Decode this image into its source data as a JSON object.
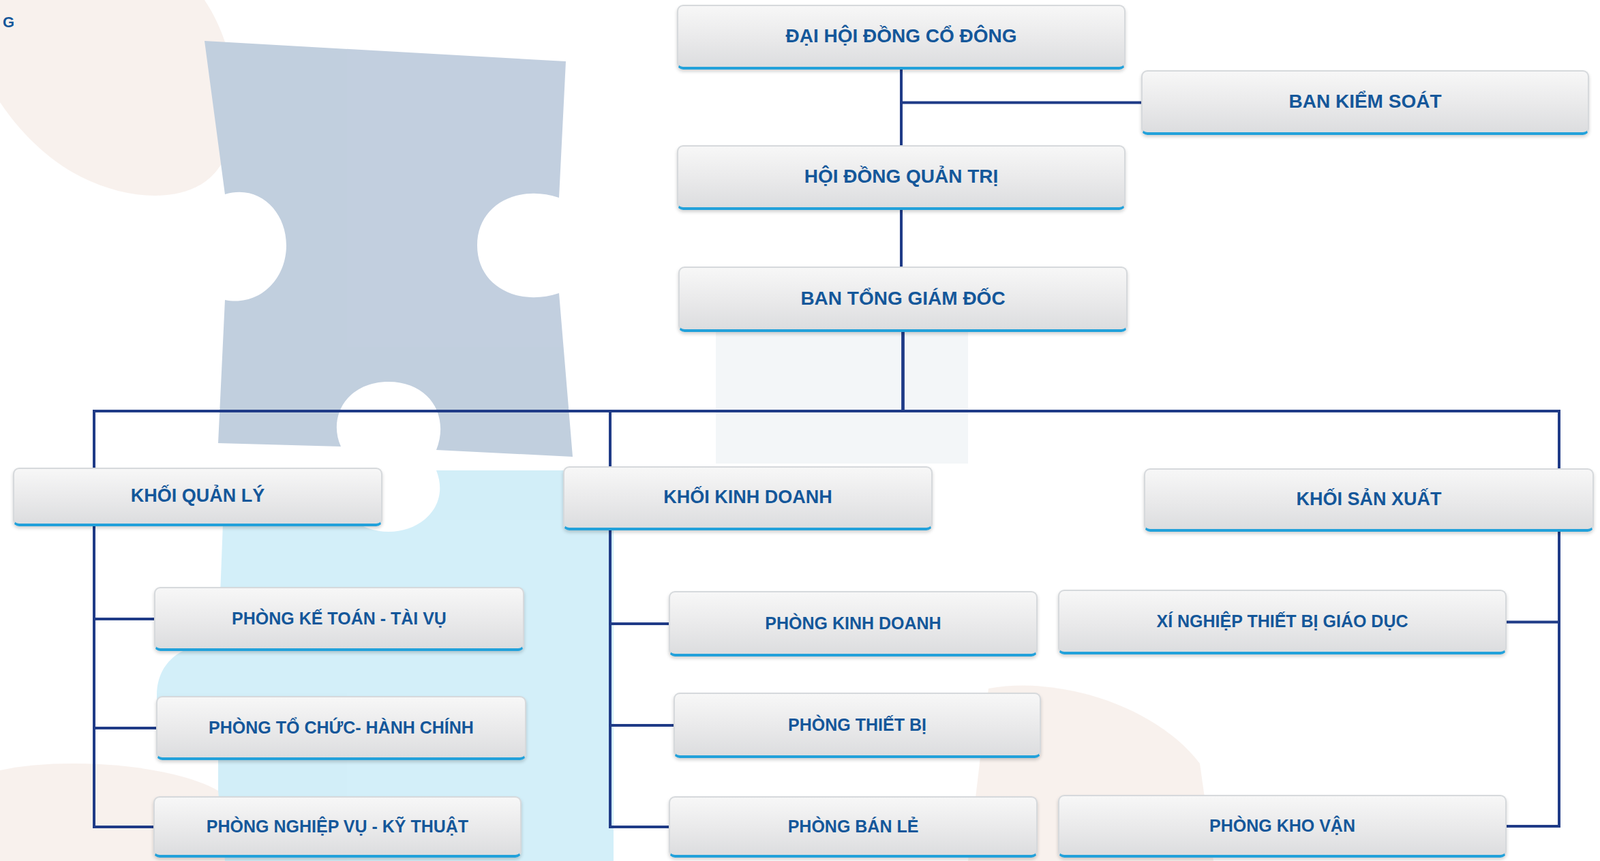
{
  "diagram": {
    "nodes": [
      {
        "text": [
          "ĐẠI HỘI ĐỒNG CỔ ĐÔNG"
        ]
      },
      {
        "text": [
          "BAN KIỂM SOÁT"
        ]
      },
      {
        "text": [
          "HỘI ĐỒNG QUẢN TRỊ"
        ]
      },
      {
        "text": [
          "BAN TỔNG GIÁM ĐỐC"
        ]
      },
      {
        "text": [
          "KHỐI QUẢN LÝ"
        ]
      },
      {
        "text": [
          "KHỐI KINH DOANH"
        ]
      },
      {
        "text": [
          "KHỐI SẢN XUẤT"
        ]
      },
      {
        "text": [
          "PHÒNG KẾ TOÁN - TÀI VỤ"
        ]
      },
      {
        "text": [
          "PHÒNG KINH DOANH"
        ]
      },
      {
        "text": [
          "XÍ NGHIỆP THIẾT BỊ GIÁO DỤC"
        ]
      },
      {
        "text": [
          "PHÒNG TỔ CHỨC- HÀNH CHÍNH"
        ]
      },
      {
        "text": [
          "PHÒNG THIẾT BỊ"
        ]
      },
      {
        "text": [
          "PHÒNG NGHIỆP VỤ - KỸ THUẬT"
        ]
      },
      {
        "text": [
          "PHÒNG BÁN LẺ"
        ]
      },
      {
        "text": [
          "PHÒNG KHO VẬN"
        ]
      }
    ],
    "edges": [
      {
        "from": 0,
        "to": 1,
        "arrow": "none"
      },
      {
        "from": 0,
        "to": 2,
        "arrow": "none"
      },
      {
        "from": 2,
        "to": 3,
        "arrow": "none"
      },
      {
        "from": 3,
        "to": 4,
        "arrow": "none"
      },
      {
        "from": 3,
        "to": 5,
        "arrow": "none"
      },
      {
        "from": 3,
        "to": 6,
        "arrow": "none"
      },
      {
        "from": 4,
        "to": 7,
        "arrow": "none"
      },
      {
        "from": 4,
        "to": 10,
        "arrow": "none"
      },
      {
        "from": 4,
        "to": 12,
        "arrow": "none"
      },
      {
        "from": 5,
        "to": 8,
        "arrow": "none"
      },
      {
        "from": 5,
        "to": 11,
        "arrow": "none"
      },
      {
        "from": 5,
        "to": 13,
        "arrow": "none"
      },
      {
        "from": 6,
        "to": 9,
        "arrow": "none"
      },
      {
        "from": 6,
        "to": 14,
        "arrow": "none"
      }
    ],
    "labels": [
      "G"
    ]
  }
}
